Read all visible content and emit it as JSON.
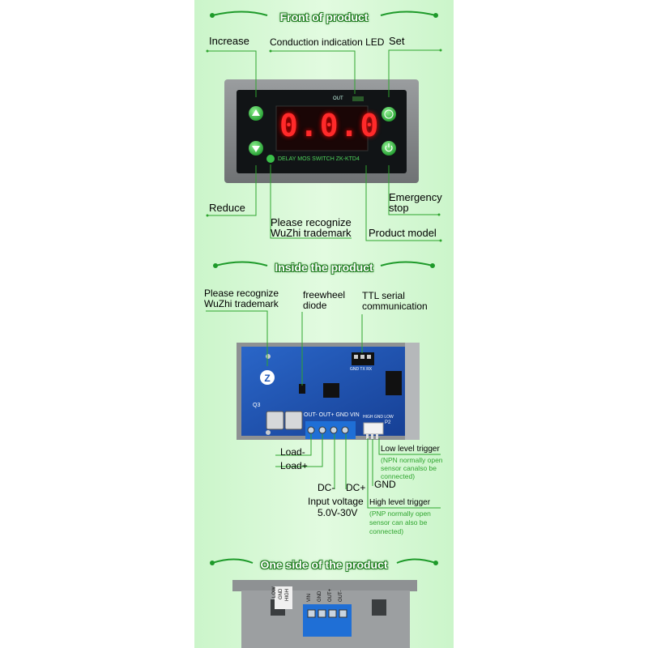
{
  "headers": {
    "front": "Front of product",
    "inside": "Inside the product",
    "side": "One side of the product"
  },
  "front": {
    "increase": "Increase",
    "conduction_led": "Conduction indication LED",
    "set": "Set",
    "reduce": "Reduce",
    "emergency_stop_1": "Emergency",
    "emergency_stop_2": "stop",
    "trademark_1": "Please recognize",
    "trademark_2": "WuZhi trademark",
    "product_model": "Product model",
    "out_label": "OUT",
    "display_value": "0.0.0",
    "model_text": "DELAY MOS SWITCH ZK-KTD4"
  },
  "inside": {
    "trademark_1": "Please recognize",
    "trademark_2": "WuZhi trademark",
    "freewheel_1": "freewheel",
    "freewheel_2": "diode",
    "ttl_1": "TTL serial",
    "ttl_2": "communication",
    "terminal_text": "OUT- OUT+ GND VIN",
    "q3": "Q3",
    "ttl_pins": "GND TX RX",
    "sensor_pins": "HIGH GND LOW",
    "p2": "P2",
    "load_minus": "Load-",
    "load_plus": "Load+",
    "dc_minus": "DC-",
    "dc_plus": "DC+",
    "input_voltage_1": "Input voltage",
    "input_voltage_2": "5.0V-30V",
    "low_trigger": "Low level trigger",
    "low_note_1": "(NPN normally open",
    "low_note_2": "sensor canalso be",
    "low_note_3": "connected)",
    "gnd": "GND",
    "high_trigger": "High level trigger",
    "high_note_1": "(PNP normally open",
    "high_note_2": "sensor can also be",
    "high_note_3": "connected)"
  },
  "side": {
    "low": "LOW",
    "gnd": "GND",
    "high": "HIGH",
    "vin": "VIN",
    "gnd2": "GND",
    "outp": "OUT+",
    "outm": "OUT-"
  },
  "colors": {
    "accent_green": "#2fa52f",
    "led_red": "#ff2a2a",
    "pcb_blue": "#1e56b8",
    "button_green": "#3bc14a",
    "terminal_blue": "#1f6fd6"
  }
}
